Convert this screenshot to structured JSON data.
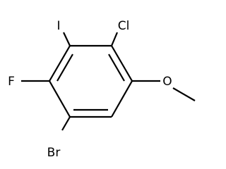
{
  "molecule": {
    "atoms": {
      "I": "I",
      "Cl": "Cl",
      "F": "F",
      "Br": "Br",
      "O": "O"
    }
  }
}
